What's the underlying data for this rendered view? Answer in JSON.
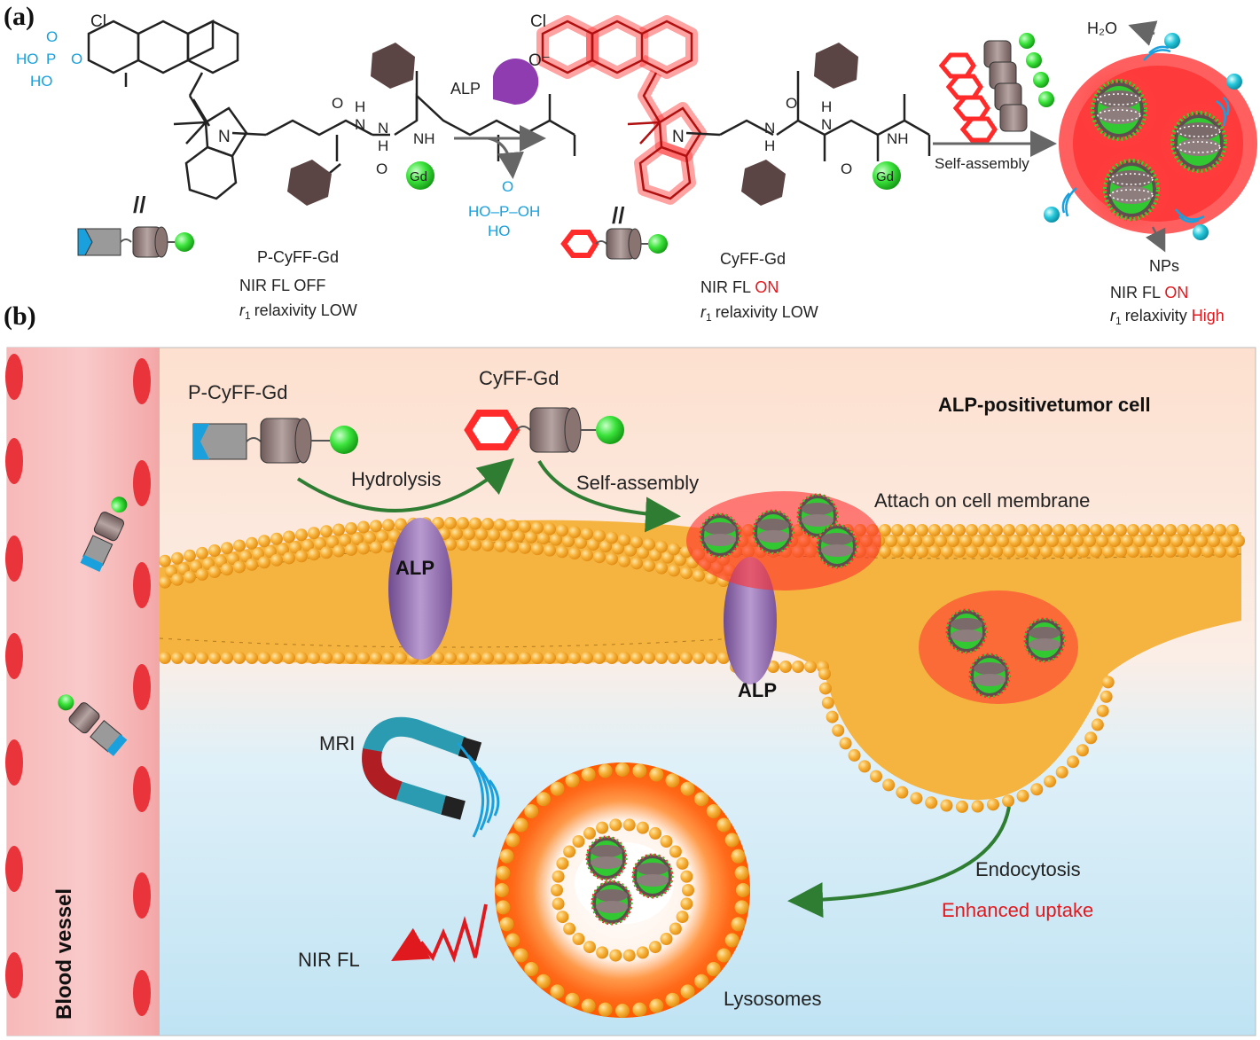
{
  "panel_a": {
    "label": "(a)",
    "cl1": "Cl",
    "phos1": "HO",
    "phos2": "O",
    "phos3": "P",
    "phos4": "O",
    "phos5": "HO",
    "nplus1": "N",
    "gd1": "Gd",
    "nh1": "NH",
    "n_h1": "N",
    "n_h1b": "H",
    "n_h2": "N",
    "n_h2b": "H",
    "o1": "O",
    "o2": "O",
    "alp": "ALP",
    "byproduct": "HO–P–OH",
    "byproduct_o": "O",
    "byproduct_ho": "HO",
    "cl2": "Cl",
    "o_minus": "O⁻",
    "nplus2": "N",
    "gd2": "Gd",
    "nh2": "NH",
    "n_h3": "N",
    "n_h3b": "H",
    "n_h4": "N",
    "n_h4b": "H",
    "o3": "O",
    "o4": "O",
    "self_assembly": "Self-assembly",
    "h2o": "H₂O",
    "nps": "NPs",
    "compound1": {
      "name": "P-CyFF-Gd",
      "fl_label": "NIR FL ",
      "fl_state": "OFF",
      "relax_label": "relaxivity ",
      "relax_state": "LOW",
      "r1": "r",
      "r1sub": "1"
    },
    "compound2": {
      "name": "CyFF-Gd",
      "fl_label": "NIR FL ",
      "fl_state": "ON",
      "relax_label": "relaxivity ",
      "relax_state": "LOW",
      "r1": "r",
      "r1sub": "1"
    },
    "compound3": {
      "fl_label": "NIR FL ",
      "fl_state": "ON",
      "relax_label": "relaxivity ",
      "relax_state": "High",
      "r1": "r",
      "r1sub": "1"
    }
  },
  "panel_b": {
    "label": "(b)",
    "p_cyff_gd": "P-CyFF-Gd",
    "cyff_gd": "CyFF-Gd",
    "cell_label": "ALP-positivetumor cell",
    "hydrolysis": "Hydrolysis",
    "self_assembly": "Self-assembly",
    "attach": "Attach on cell membrane",
    "alp1": "ALP",
    "alp2": "ALP",
    "mri": "MRI",
    "endocytosis": "Endocytosis",
    "enhanced": "Enhanced uptake",
    "nir_fl": "NIR FL",
    "lysosomes": "Lysosomes",
    "blood_vessel_1": "Blood ",
    "blood_vessel_2": "vessel"
  },
  "colors": {
    "red": "#e0191f",
    "blue": "#1aa0dc",
    "green": "#33dd33",
    "membrane": "#f5a623",
    "alp_purple": "#9b6fb8",
    "arrow_green": "#2e7d32"
  }
}
